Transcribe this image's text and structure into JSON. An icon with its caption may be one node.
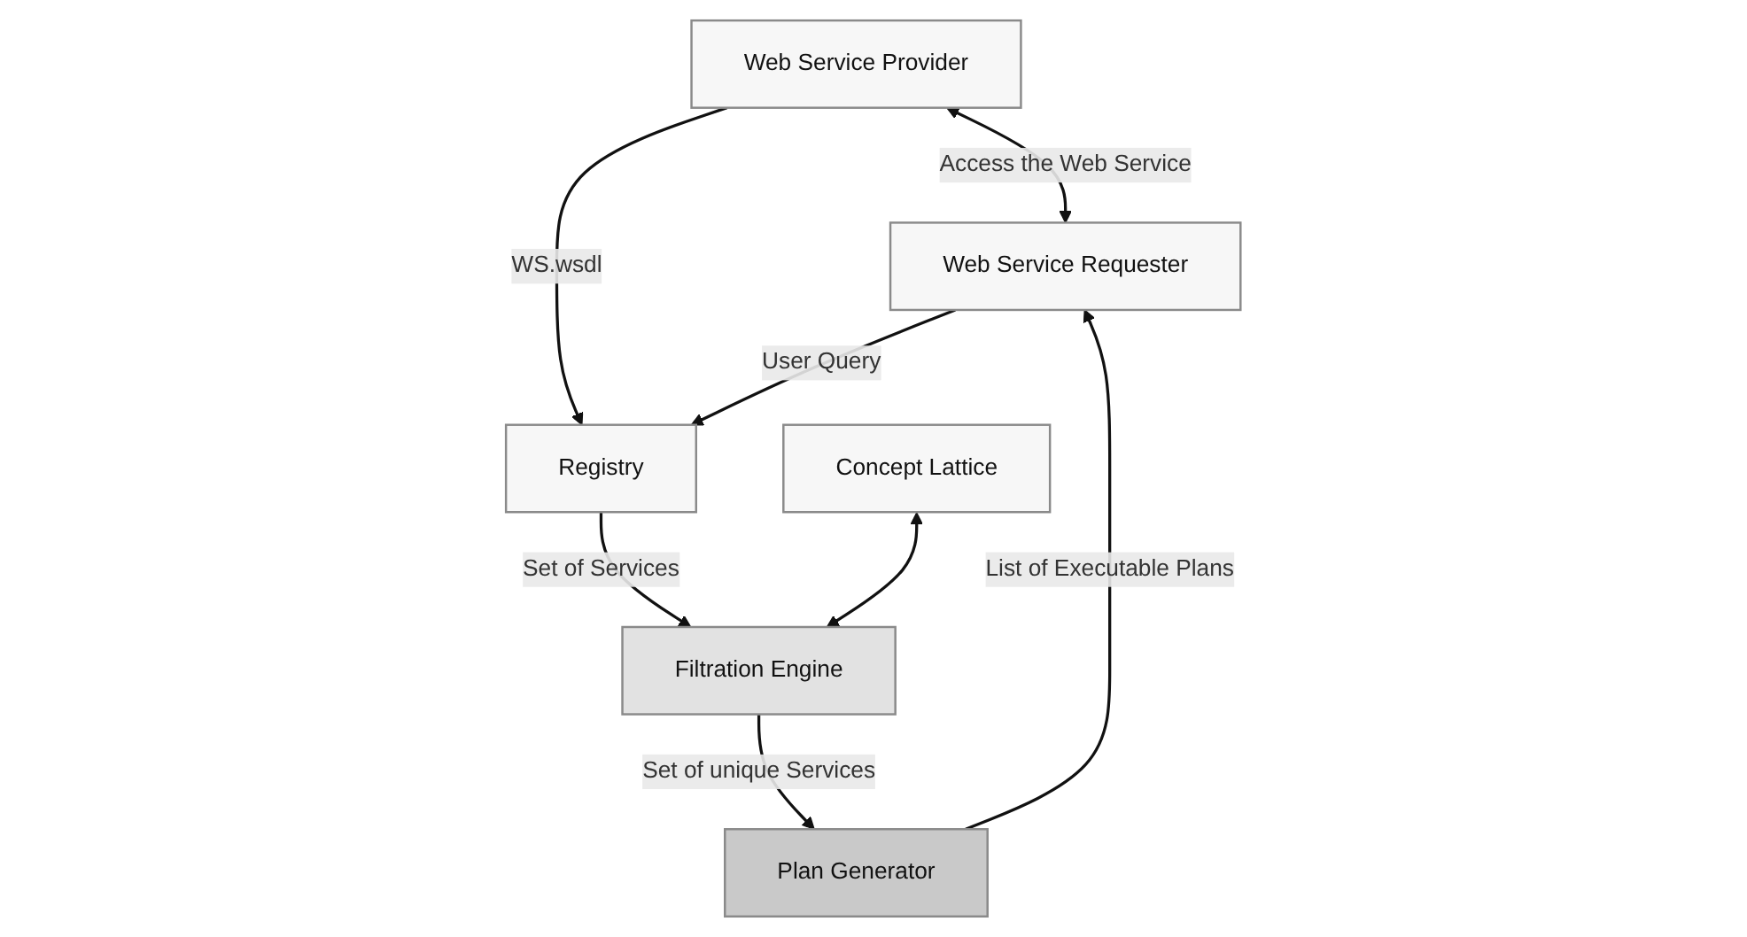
{
  "diagram": {
    "nodes": [
      {
        "text": [
          "Web Service Provider"
        ]
      },
      {
        "text": [
          "Web Service Requester"
        ]
      },
      {
        "text": [
          "Registry"
        ]
      },
      {
        "text": [
          "Concept Lattice"
        ]
      },
      {
        "text": [
          "Filtration Engine"
        ]
      },
      {
        "text": [
          "Plan Generator"
        ]
      }
    ],
    "edges": [
      {
        "from": 0,
        "to": 1,
        "arrow": "both",
        "label": "Access the Web Service"
      },
      {
        "from": 0,
        "to": 2,
        "arrow": "to",
        "label": "WS.wsdl"
      },
      {
        "from": 1,
        "to": 2,
        "arrow": "to",
        "label": "User Query"
      },
      {
        "from": 2,
        "to": 4,
        "arrow": "to",
        "label": "Set of Services"
      },
      {
        "from": 3,
        "to": 4,
        "arrow": "both"
      },
      {
        "from": 4,
        "to": 5,
        "arrow": "to",
        "label": "Set of unique Services"
      },
      {
        "from": 5,
        "to": 1,
        "arrow": "to",
        "label": "List of Executable Plans"
      }
    ]
  }
}
